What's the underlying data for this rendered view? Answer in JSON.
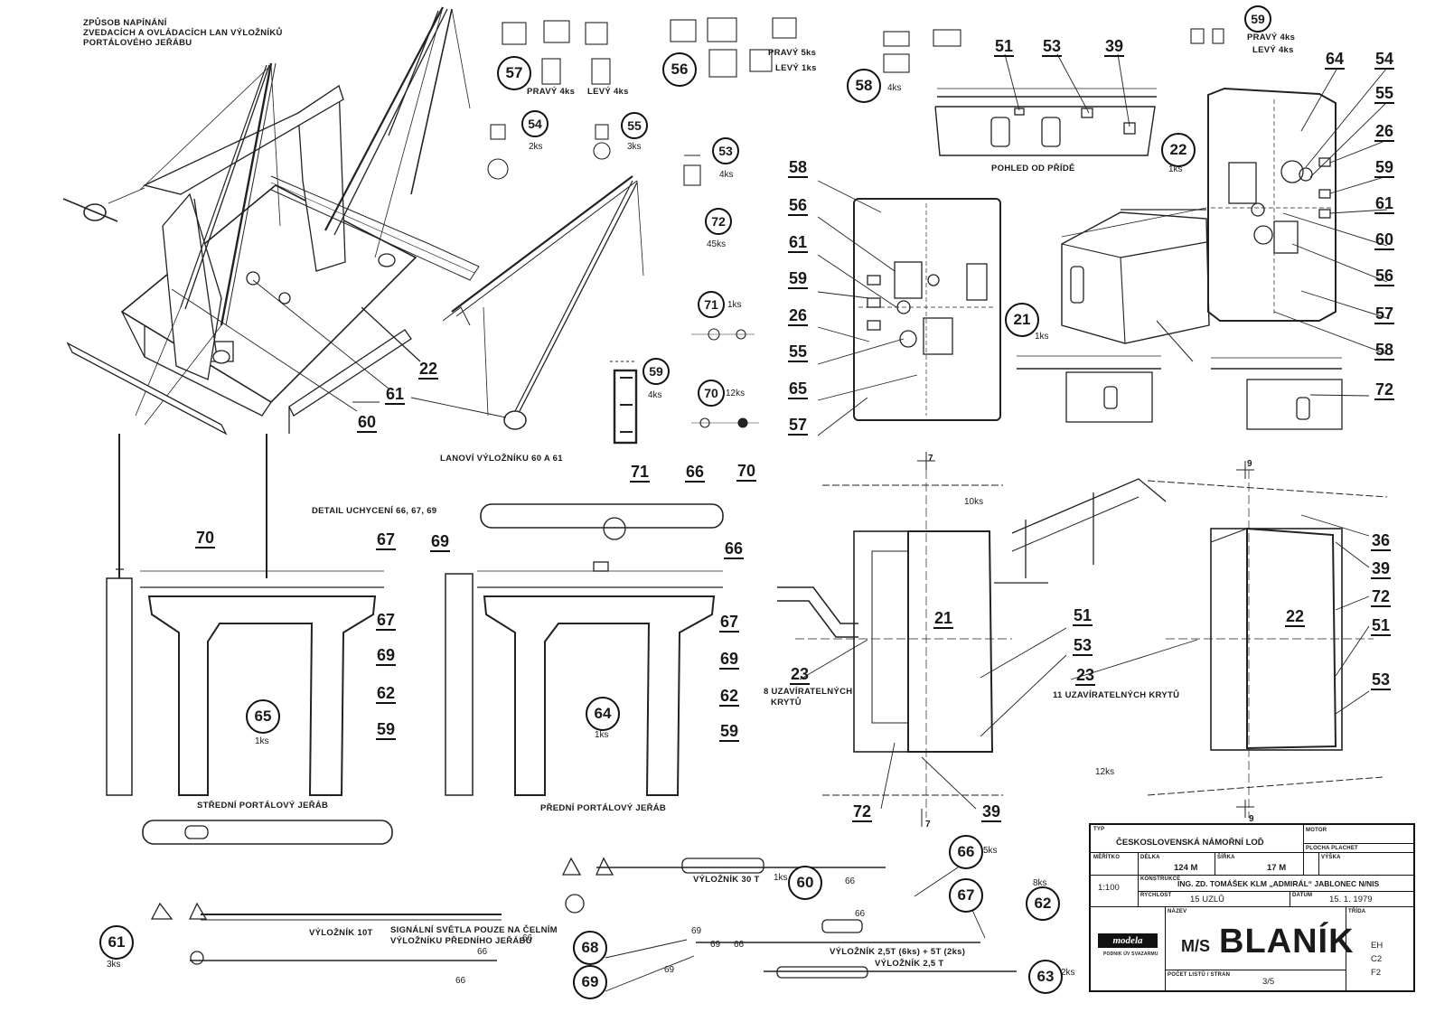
{
  "header": {
    "lines": [
      "ZPŮSOB NAPÍNÁNÍ",
      "ZVEDACÍCH A OVLÁDACÍCH LAN VÝLOŽNÍKŮ",
      "PORTÁLOVÉHO JEŘÁBU"
    ]
  },
  "texts": {
    "pravy4": "PRAVÝ 4ks",
    "levy4": "LEVÝ 4ks",
    "pravy5": "PRAVÝ 5ks",
    "levy1": "LEVÝ 1ks",
    "pravy4b": "PRAVÝ 4ks",
    "levy4b": "LEVÝ 4ks",
    "pohled": "POHLED OD PŘÍDĚ",
    "lanovi": "LANOVÍ VÝLOŽNÍKU 60 A 61",
    "detail": "DETAIL UCHYCENÍ 66, 67, 69",
    "stredni": "STŘEDNÍ PORTÁLOVÝ JEŘÁB",
    "predni": "PŘEDNÍ PORTÁLOVÝ JEŘÁB",
    "vyloznik10": "VÝLOŽNÍK 10T",
    "vyloznik30": "VÝLOŽNÍK 30 T",
    "vyloznik25a": "VÝLOŽNÍK 2,5T (6ks) + 5T (2ks)",
    "vyloznik25b": "VÝLOŽNÍK 2,5 T",
    "signal1": "SIGNÁLNÍ SVĚTLA POUZE NA ČELNÍM",
    "signal2": "VÝLOŽNÍKU PŘEDNÍHO JEŘÁBU",
    "uzav8a": "8 UZAVÍRATELNÝCH",
    "uzav8b": "KRYTŮ",
    "uzav11": "11 UZAVÍRATELNÝCH KRYTŮ"
  },
  "qty": {
    "q2": "2ks",
    "q3": "3ks",
    "q4a": "4ks",
    "q4b": "4ks",
    "q45": "45ks",
    "q1a": "1ks",
    "q12": "12ks",
    "q4c": "4ks",
    "q1b": "1ks",
    "q1c": "1ks",
    "q1d": "1ks",
    "q1e": "1ks",
    "q3b": "3ks",
    "q1f": "1ks",
    "q5": "5ks",
    "q8": "8ks",
    "q2b": "2ks",
    "q10": "10ks",
    "q12b": "12ks"
  },
  "circled": {
    "c57": "57",
    "c56": "56",
    "c59top": "59",
    "c58": "58",
    "c54": "54",
    "c55": "55",
    "c53": "53",
    "c72": "72",
    "c71": "71",
    "c70": "70",
    "c59mid": "59",
    "c22": "22",
    "c21": "21",
    "c65": "65",
    "c64": "64",
    "c61": "61",
    "c60": "60",
    "c66": "66",
    "c67": "67",
    "c62": "62",
    "c68": "68",
    "c69": "69",
    "c63": "63"
  },
  "labels": {
    "l22a": "22",
    "l61a": "61",
    "l60a": "60",
    "l51a": "51",
    "l53a": "53",
    "l39a": "39",
    "l58a": "58",
    "l56a": "56",
    "l61b": "61",
    "l59a": "59",
    "l26a": "26",
    "l55a": "55",
    "l65a": "65",
    "l57a": "57",
    "l64r": "64",
    "l54r": "54",
    "l55r": "55",
    "l26r": "26",
    "l59r": "59",
    "l61r": "61",
    "l60r": "60",
    "l56r": "56",
    "l57r": "57",
    "l58r": "58",
    "l72r": "72",
    "l70a": "70",
    "l67a": "67",
    "l67b": "67",
    "l69a": "69",
    "l62a": "62",
    "l59b": "59",
    "l71c": "71",
    "l66c": "66",
    "l70c": "70",
    "l69c": "69",
    "l66d": "66",
    "l67c": "67",
    "l69d": "69",
    "l62c": "62",
    "l59c": "59",
    "l21": "21",
    "l51b": "51",
    "l53b": "53",
    "l23a": "23",
    "l23b": "23",
    "l72b": "72",
    "l39b": "39",
    "l22b": "22",
    "l36": "36",
    "l39c": "39",
    "l72c": "72",
    "l51c": "51",
    "l53c": "53",
    "s66a": "66",
    "s66b": "66",
    "s66c": "66",
    "s66d": "66",
    "s66e": "66",
    "s69a": "69",
    "s69b": "69",
    "s69c": "69",
    "s66f": "66"
  },
  "section_marks": {
    "s7a": "7",
    "s7b": "7",
    "s9a": "9",
    "s9b": "9"
  },
  "title_block": {
    "typ_label": "TYP",
    "typ": "ČESKOSLOVENSKÁ NÁMOŘNÍ LOĎ",
    "motor_label": "MOTOR",
    "plocha_label": "PLOCHA PLACHET",
    "meritko_label": "MĚŘÍTKO",
    "meritko": "1:100",
    "delka_label": "DÉLKA",
    "delka": "124 M",
    "sirka_label": "ŠÍŘKA",
    "sirka": "17 M",
    "vyska_label": "VÝŠKA",
    "konstrukce_label": "KONSTRUKCE",
    "konstrukce": "ING. ZD. TOMÁŠEK KLM „ADMIRÁL“ JABLONEC N/NIS",
    "rychlost_label": "RYCHLOST",
    "rychlost": "15 UZLŮ",
    "datum_label": "DATUM",
    "datum": "15. 1. 1979",
    "logo": "modela",
    "logo_sub": "PODNIK ÚV SVAZARMU",
    "nazev_label": "NÁZEV",
    "nazev_prefix": "M/S",
    "nazev": "BLANÍK",
    "trida_label": "TŘÍDA",
    "trida": [
      "EH",
      "C2",
      "F2"
    ],
    "pocet_label": "POČET LISTŮ / STRAN",
    "pocet": "3/5"
  }
}
